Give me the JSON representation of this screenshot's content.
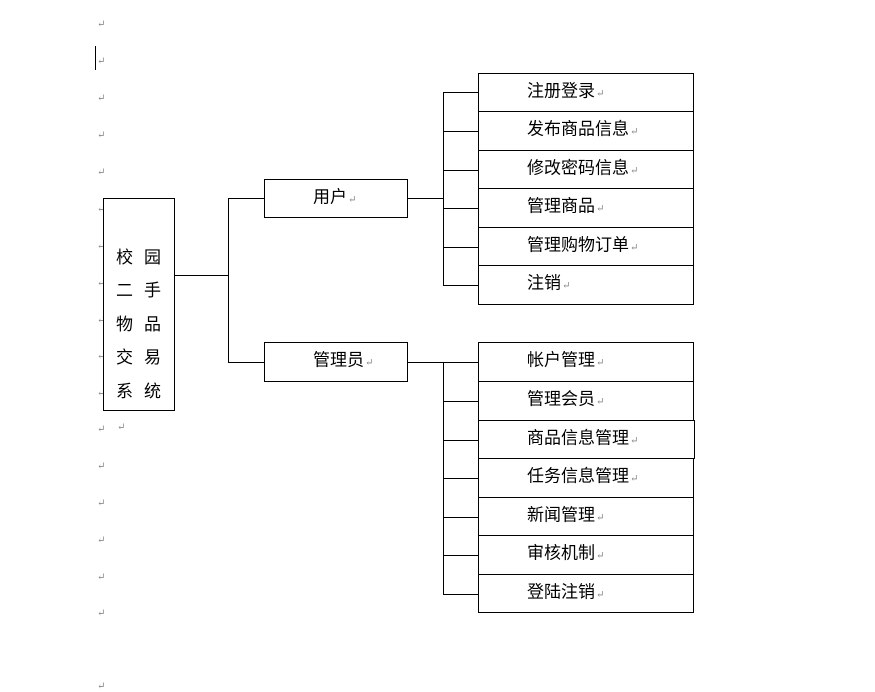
{
  "diagram": {
    "root": {
      "label": "校园二手物品交易系统"
    },
    "branches": [
      {
        "id": "user",
        "label": "用户",
        "children": [
          "注册登录",
          "发布商品信息",
          "修改密码信息",
          "管理商品",
          "管理购物订单",
          "注销"
        ]
      },
      {
        "id": "admin",
        "label": "管理员",
        "children": [
          "帐户管理",
          "管理会员",
          "商品信息管理",
          "任务信息管理",
          "新闻管理",
          "审核机制",
          "登陆注销"
        ]
      }
    ]
  },
  "paragraph_mark": "↵",
  "colors": {
    "line": "#000000",
    "mark": "#8a8a8a",
    "background": "#ffffff"
  }
}
